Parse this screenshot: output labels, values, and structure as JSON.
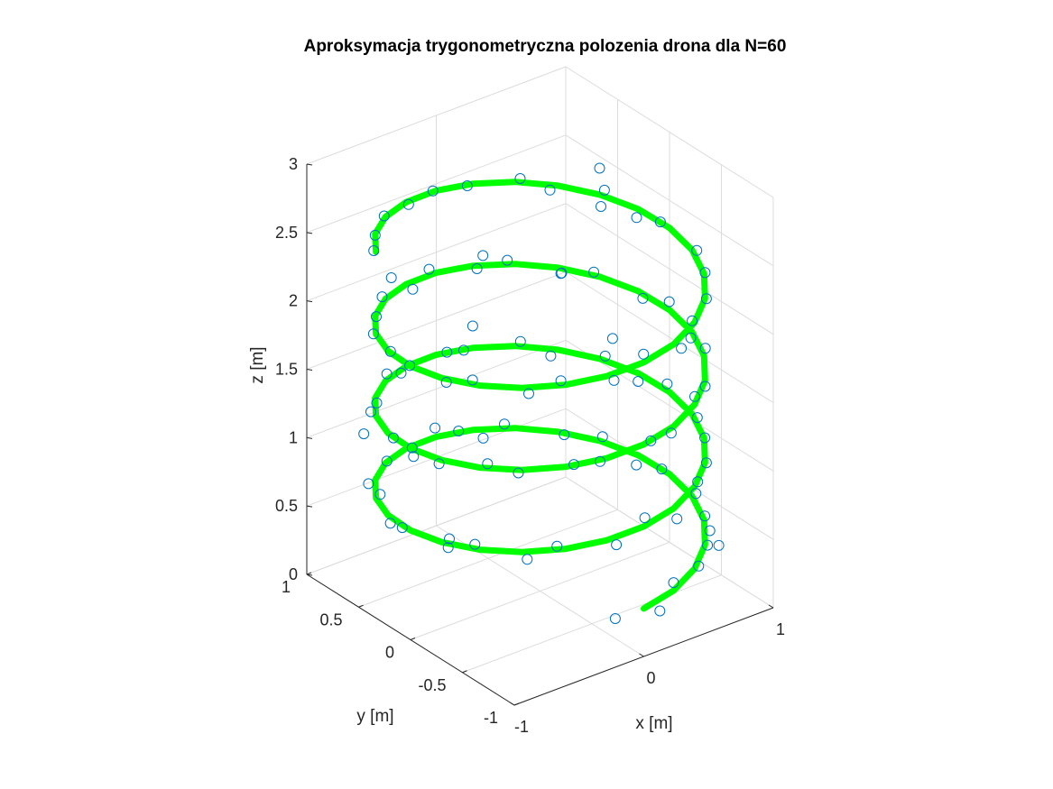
{
  "chart_data": {
    "type": "scatter3d+line3d",
    "title": "Aproksymacja trygonometryczna polozenia drona dla N=60",
    "xlabel": "x [m]",
    "ylabel": "y [m]",
    "zlabel": "z [m]",
    "xlim": [
      -1,
      1
    ],
    "ylim": [
      -1,
      1
    ],
    "zlim": [
      0,
      3
    ],
    "x_ticks": [
      "-1",
      "0",
      "1"
    ],
    "y_ticks": [
      "-1",
      "-0.5",
      "0",
      "0.5",
      "1"
    ],
    "z_ticks": [
      "0",
      "0.5",
      "1",
      "1.5",
      "2",
      "2.5",
      "3"
    ],
    "grid": true,
    "series": [
      {
        "kind": "trigonometric approximation curve (helix, 4 turns, z from 0.4 to 2.55 m)",
        "color": "#00ff00",
        "points": [
          [
            0.0,
            -1.0,
            0.35
          ],
          [
            0.259,
            -0.966,
            0.375
          ],
          [
            0.5,
            -0.866,
            0.4
          ],
          [
            0.707,
            -0.707,
            0.425
          ],
          [
            0.866,
            -0.5,
            0.45
          ],
          [
            0.966,
            -0.259,
            0.475
          ],
          [
            1.0,
            0.0,
            0.5
          ],
          [
            0.966,
            0.259,
            0.525
          ],
          [
            0.866,
            0.5,
            0.55
          ],
          [
            0.707,
            0.707,
            0.575
          ],
          [
            0.5,
            0.866,
            0.6
          ],
          [
            0.259,
            0.966,
            0.625
          ],
          [
            0.0,
            1.0,
            0.65
          ],
          [
            -0.259,
            0.966,
            0.675
          ],
          [
            -0.5,
            0.866,
            0.7
          ],
          [
            -0.707,
            0.707,
            0.725
          ],
          [
            -0.866,
            0.5,
            0.75
          ],
          [
            -0.966,
            0.259,
            0.775
          ],
          [
            -1.0,
            0.0,
            0.8
          ],
          [
            -0.966,
            -0.259,
            0.825
          ],
          [
            -0.866,
            -0.5,
            0.85
          ],
          [
            -0.707,
            -0.707,
            0.875
          ],
          [
            -0.5,
            -0.866,
            0.9
          ],
          [
            -0.259,
            -0.966,
            0.925
          ],
          [
            0.0,
            -1.0,
            0.95
          ],
          [
            0.259,
            -0.966,
            0.975
          ],
          [
            0.5,
            -0.866,
            1.0
          ],
          [
            0.707,
            -0.707,
            1.025
          ],
          [
            0.866,
            -0.5,
            1.05
          ],
          [
            0.966,
            -0.259,
            1.075
          ],
          [
            1.0,
            0.0,
            1.1
          ],
          [
            0.966,
            0.259,
            1.125
          ],
          [
            0.866,
            0.5,
            1.15
          ],
          [
            0.707,
            0.707,
            1.175
          ],
          [
            0.5,
            0.866,
            1.2
          ],
          [
            0.259,
            0.966,
            1.225
          ],
          [
            0.0,
            1.0,
            1.25
          ],
          [
            -0.259,
            0.966,
            1.275
          ],
          [
            -0.5,
            0.866,
            1.3
          ],
          [
            -0.707,
            0.707,
            1.325
          ],
          [
            -0.866,
            0.5,
            1.35
          ],
          [
            -0.966,
            0.259,
            1.375
          ],
          [
            -1.0,
            0.0,
            1.4
          ],
          [
            -0.966,
            -0.259,
            1.425
          ],
          [
            -0.866,
            -0.5,
            1.45
          ],
          [
            -0.707,
            -0.707,
            1.475
          ],
          [
            -0.5,
            -0.866,
            1.5
          ],
          [
            -0.259,
            -0.966,
            1.525
          ],
          [
            0.0,
            -1.0,
            1.55
          ],
          [
            0.259,
            -0.966,
            1.575
          ],
          [
            0.5,
            -0.866,
            1.6
          ],
          [
            0.707,
            -0.707,
            1.625
          ],
          [
            0.866,
            -0.5,
            1.65
          ],
          [
            0.966,
            -0.259,
            1.675
          ],
          [
            1.0,
            0.0,
            1.7
          ],
          [
            0.966,
            0.259,
            1.725
          ],
          [
            0.866,
            0.5,
            1.75
          ],
          [
            0.707,
            0.707,
            1.775
          ],
          [
            0.5,
            0.866,
            1.8
          ],
          [
            0.259,
            0.966,
            1.825
          ],
          [
            0.0,
            1.0,
            1.85
          ],
          [
            -0.259,
            0.966,
            1.875
          ],
          [
            -0.5,
            0.866,
            1.9
          ],
          [
            -0.707,
            0.707,
            1.925
          ],
          [
            -0.866,
            0.5,
            1.95
          ],
          [
            -0.966,
            0.259,
            1.975
          ],
          [
            -1.0,
            0.0,
            2.0
          ],
          [
            -0.966,
            -0.259,
            2.025
          ],
          [
            -0.866,
            -0.5,
            2.05
          ],
          [
            -0.707,
            -0.707,
            2.075
          ],
          [
            -0.5,
            -0.866,
            2.1
          ],
          [
            -0.259,
            -0.966,
            2.125
          ],
          [
            0.0,
            -1.0,
            2.15
          ],
          [
            0.259,
            -0.966,
            2.175
          ],
          [
            0.5,
            -0.866,
            2.2
          ],
          [
            0.707,
            -0.707,
            2.225
          ],
          [
            0.866,
            -0.5,
            2.25
          ],
          [
            0.966,
            -0.259,
            2.275
          ],
          [
            1.0,
            0.0,
            2.3
          ],
          [
            0.966,
            0.259,
            2.325
          ],
          [
            0.866,
            0.5,
            2.35
          ],
          [
            0.707,
            0.707,
            2.375
          ],
          [
            0.5,
            0.866,
            2.4
          ],
          [
            0.259,
            0.966,
            2.425
          ],
          [
            0.0,
            1.0,
            2.45
          ],
          [
            -0.259,
            0.966,
            2.475
          ],
          [
            -0.5,
            0.866,
            2.5
          ],
          [
            -0.707,
            0.707,
            2.525
          ],
          [
            -0.866,
            0.5,
            2.55
          ]
        ]
      },
      {
        "kind": "measured positions (open circles)",
        "color": "#0072bd",
        "points": [
          [
            0.06,
            -1.08,
            0.35
          ],
          [
            0.27,
            -0.95,
            0.42
          ],
          [
            0.56,
            -0.83,
            0.38
          ],
          [
            0.7,
            -0.74,
            0.44
          ],
          [
            0.88,
            -0.49,
            0.47
          ],
          [
            1.02,
            -0.23,
            0.46
          ],
          [
            0.98,
            0.05,
            0.52
          ],
          [
            0.92,
            0.22,
            0.49
          ],
          [
            0.9,
            0.52,
            0.56
          ],
          [
            0.74,
            0.69,
            0.55
          ],
          [
            0.47,
            0.93,
            0.61
          ],
          [
            0.29,
            0.91,
            0.58
          ],
          [
            0.03,
            1.05,
            0.68
          ],
          [
            -0.24,
            0.92,
            0.63
          ],
          [
            -0.51,
            0.84,
            0.73
          ],
          [
            -0.74,
            0.73,
            0.7
          ],
          [
            -0.85,
            0.48,
            0.78
          ],
          [
            -0.98,
            0.22,
            0.74
          ],
          [
            -1.04,
            0.03,
            0.82
          ],
          [
            -0.95,
            -0.3,
            0.8
          ],
          [
            -0.88,
            -0.47,
            0.88
          ],
          [
            -0.7,
            -0.75,
            0.84
          ],
          [
            -0.55,
            -0.85,
            0.93
          ],
          [
            -0.22,
            -1.01,
            0.9
          ],
          [
            0.04,
            -0.96,
            0.98
          ],
          [
            0.24,
            -1.02,
            0.93
          ],
          [
            0.52,
            -0.87,
            1.03
          ],
          [
            0.74,
            -0.68,
            1.0
          ],
          [
            0.84,
            -0.54,
            1.08
          ],
          [
            0.99,
            -0.28,
            1.05
          ],
          [
            1.03,
            0.06,
            1.12
          ],
          [
            0.95,
            0.24,
            1.08
          ],
          [
            0.88,
            0.47,
            1.18
          ],
          [
            0.66,
            0.72,
            1.14
          ],
          [
            0.53,
            0.85,
            1.23
          ],
          [
            0.22,
            1.01,
            1.2
          ],
          [
            0.05,
            0.96,
            1.27
          ],
          [
            -0.28,
            0.99,
            1.22
          ],
          [
            -0.47,
            0.89,
            1.33
          ],
          [
            -0.7,
            0.7,
            1.29
          ],
          [
            -0.89,
            0.52,
            1.38
          ],
          [
            -0.94,
            0.24,
            1.34
          ],
          [
            -1.02,
            -0.04,
            1.43
          ],
          [
            -0.98,
            -0.25,
            1.4
          ],
          [
            -0.83,
            -0.53,
            1.48
          ],
          [
            -0.72,
            -0.69,
            1.45
          ],
          [
            -0.46,
            -0.9,
            1.52
          ],
          [
            -0.29,
            -0.94,
            1.5
          ],
          [
            0.03,
            -1.03,
            1.58
          ],
          [
            0.22,
            -0.99,
            1.55
          ],
          [
            0.53,
            -0.83,
            1.63
          ],
          [
            0.69,
            -0.73,
            1.6
          ],
          [
            0.9,
            -0.47,
            1.68
          ],
          [
            0.94,
            -0.28,
            1.65
          ],
          [
            1.03,
            0.04,
            1.73
          ],
          [
            0.97,
            0.22,
            1.69
          ],
          [
            0.84,
            0.53,
            1.78
          ],
          [
            0.72,
            0.69,
            1.74
          ],
          [
            0.46,
            0.89,
            1.83
          ],
          [
            0.29,
            0.97,
            1.79
          ],
          [
            -0.04,
            1.02,
            1.88
          ],
          [
            -0.23,
            0.94,
            1.84
          ],
          [
            -0.53,
            0.86,
            1.93
          ],
          [
            -0.68,
            0.73,
            1.9
          ],
          [
            -0.91,
            0.47,
            1.98
          ],
          [
            -0.93,
            0.28,
            1.95
          ],
          [
            -1.03,
            -0.03,
            2.03
          ],
          [
            -0.94,
            -0.27,
            1.99
          ],
          [
            -0.89,
            -0.46,
            2.08
          ],
          [
            -0.68,
            -0.74,
            2.04
          ],
          [
            -0.52,
            -0.85,
            2.13
          ],
          [
            -0.23,
            -1.0,
            2.1
          ],
          [
            0.03,
            -0.96,
            2.18
          ],
          [
            0.29,
            -1.0,
            2.15
          ],
          [
            0.47,
            -0.88,
            2.23
          ],
          [
            0.74,
            -0.68,
            2.2
          ],
          [
            0.85,
            -0.53,
            2.28
          ],
          [
            1.01,
            -0.25,
            2.25
          ],
          [
            0.97,
            0.05,
            2.33
          ],
          [
            0.93,
            0.23,
            2.29
          ],
          [
            0.89,
            0.49,
            2.38
          ],
          [
            0.67,
            0.74,
            2.34
          ],
          [
            0.52,
            0.84,
            2.43
          ],
          [
            0.24,
            1.0,
            2.4
          ],
          [
            -0.05,
            0.97,
            2.48
          ],
          [
            -0.23,
            0.98,
            2.44
          ],
          [
            -0.53,
            0.84,
            2.53
          ],
          [
            -0.68,
            0.74,
            2.49
          ],
          [
            -0.9,
            0.48,
            2.58
          ],
          [
            -0.98,
            0.21,
            2.54
          ],
          [
            0.15,
            -0.4,
            2.95
          ],
          [
            0.7,
            0.3,
            2.7
          ],
          [
            -0.3,
            0.5,
            0.25
          ],
          [
            0.4,
            -0.2,
            1.8
          ],
          [
            -0.6,
            -0.1,
            2.2
          ],
          [
            0.9,
            -0.6,
            0.3
          ],
          [
            -0.8,
            0.7,
            1.1
          ],
          [
            0.2,
            0.8,
            2.0
          ],
          [
            0.55,
            -0.95,
            0.7
          ],
          [
            -0.95,
            -0.4,
            1.7
          ],
          [
            0.1,
            -0.6,
            0.05
          ],
          [
            -0.4,
            -0.7,
            2.8
          ]
        ]
      }
    ]
  }
}
